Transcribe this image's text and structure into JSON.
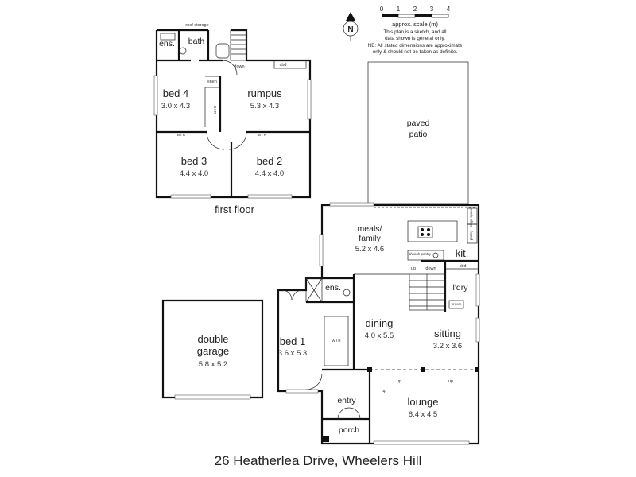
{
  "header": {
    "address": "26 Heatherlea Drive, Wheelers Hill"
  },
  "first_floor": {
    "caption": "first floor",
    "rooms": {
      "bed4": {
        "name": "bed 4",
        "size": "3.0 x 4.3"
      },
      "rumpus": {
        "name": "rumpus",
        "size": "5.3 x 4.3"
      },
      "bed3": {
        "name": "bed 3",
        "size": "4.4 x 4.0"
      },
      "bed2": {
        "name": "bed 2",
        "size": "4.4 x 4.0"
      },
      "ens": {
        "name": "ens."
      },
      "bath": {
        "name": "bath"
      }
    },
    "notes": {
      "roof_storage": "roof storage",
      "down": "down",
      "cbd": "cbd",
      "linen": "linen",
      "bir_side": "B I R",
      "bir_left": "B I R",
      "bir_right": "B I R"
    }
  },
  "ground_floor": {
    "rooms": {
      "garage": {
        "name_line1": "double",
        "name_line2": "garage",
        "size": "5.8 x 5.2"
      },
      "bed1": {
        "name": "bed 1",
        "size": "3.6 x 5.3"
      },
      "ens": {
        "name": "ens."
      },
      "dining": {
        "name": "dining",
        "size": "4.0 x 5.5"
      },
      "sitting": {
        "name": "sitting",
        "size": "3.2 x 3.6"
      },
      "lounge": {
        "name": "lounge",
        "size": "6.4 x 4.5"
      },
      "meals": {
        "name_line1": "meals/",
        "name_line2": "family",
        "size": "5.2 x 4.6"
      },
      "kit": {
        "name": "kit."
      },
      "ldry": {
        "name": "l'dry"
      },
      "entry": {
        "name": "entry"
      },
      "porch": {
        "name": "porch"
      },
      "patio": {
        "name_line1": "paved",
        "name_line2": "patio"
      }
    },
    "notes": {
      "wir": "W I R",
      "up_stair": "up",
      "down_stair": "down",
      "cbd": "cbd",
      "dishwasher_pantry": "d/wash pantry",
      "broom": "broom",
      "fridge": "fridge space",
      "pantry": "pantry",
      "up_entry": "up",
      "up_sitting": "up",
      "up_lounge": "up"
    }
  },
  "legend": {
    "compass_letter": "N",
    "scale_ticks": [
      "0",
      "1",
      "2",
      "3",
      "4"
    ],
    "scale_title": "approx. scale (m)",
    "note_line1": "This plan is a sketch, and all",
    "note_line2": "data shown is general only.",
    "note_line3": "NB: All stated dimensions are approximate",
    "note_line4": "only & should not be taken as definite."
  }
}
